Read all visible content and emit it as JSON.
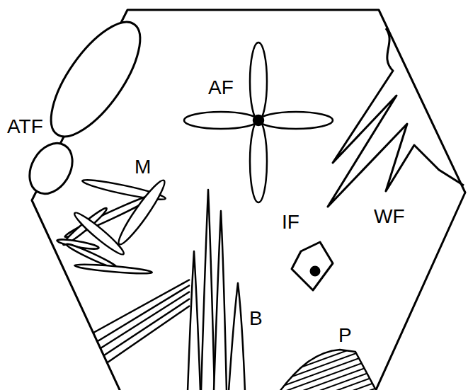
{
  "diagram": {
    "labels": [
      "AF",
      "ATF",
      "M",
      "WF",
      "IF",
      "B",
      "P"
    ]
  }
}
